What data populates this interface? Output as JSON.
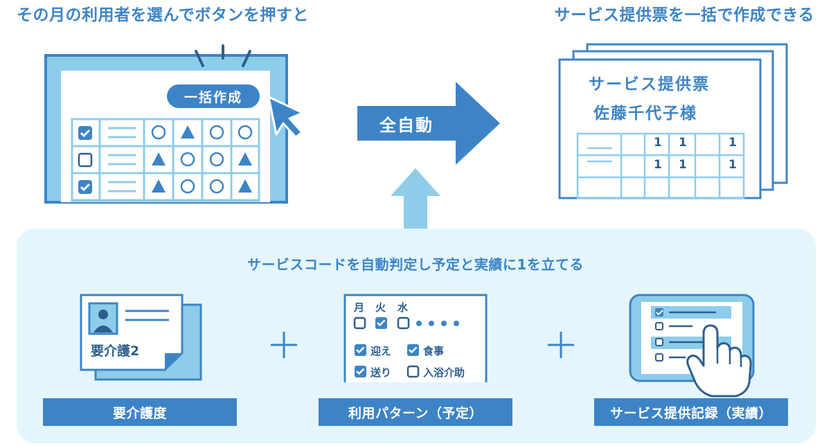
{
  "headings": {
    "left": "その月の利用者を選んでボタンを押すと",
    "right": "サービス提供票を一括で作成できる"
  },
  "button_label": "一括作成",
  "arrow_label": "全自動",
  "slip": {
    "title": "サービス提供票",
    "name": "佐藤千代子様",
    "ones": [
      "1",
      "1",
      "1",
      "1",
      "1",
      "1"
    ]
  },
  "panel": {
    "title": "サービスコードを自動判定し予定と実績に1を立てる"
  },
  "care_card": {
    "level": "要介護2"
  },
  "schedule": {
    "days": [
      "月",
      "火",
      "水"
    ],
    "services": [
      "迎え",
      "食事",
      "送り",
      "入浴介助"
    ]
  },
  "captions": [
    "要介護度",
    "利用パターン（予定）",
    "サービス提供記録（実績）"
  ],
  "plus_signs": [
    "+",
    "+"
  ],
  "colors": {
    "primary": "#3d84c6",
    "light": "#8dcdea",
    "panel": "#e4f6fc",
    "dark_text": "#2d5e8c"
  }
}
